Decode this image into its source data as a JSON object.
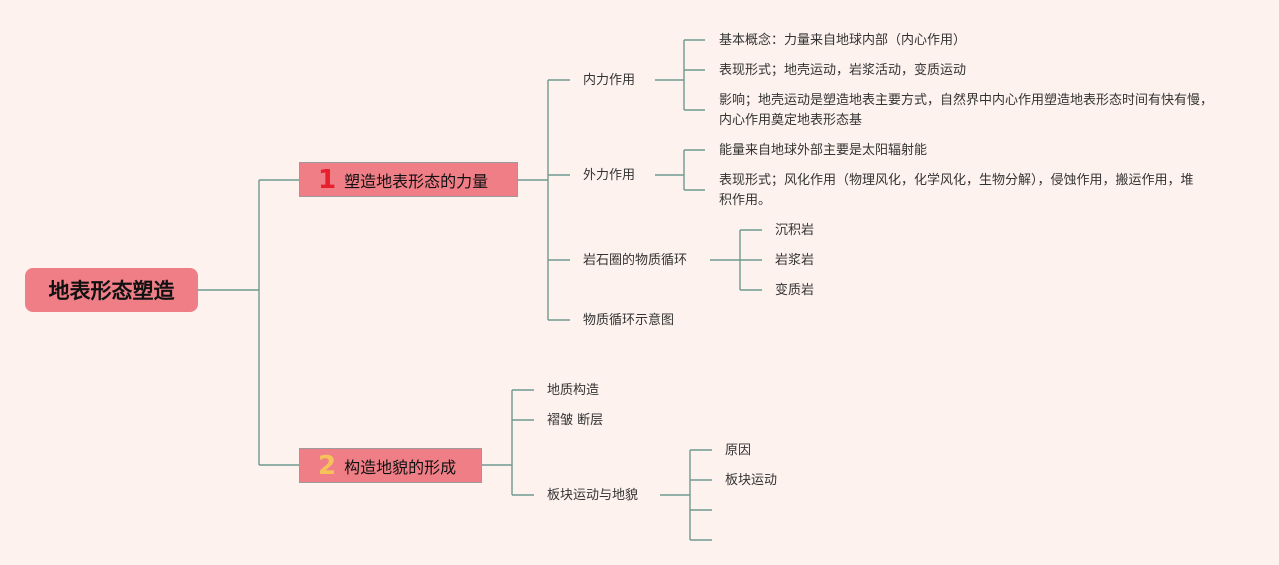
{
  "root": {
    "label": "地表形态塑造"
  },
  "branch1": {
    "number": "1",
    "label": "塑造地表形态的力量",
    "children": {
      "inner": {
        "label": "内力作用",
        "items": [
          "基本概念：力量来自地球内部（内心作用）",
          "表现形式；地壳运动，岩浆活动，变质运动",
          "影响；地壳运动是塑造地表主要方式，自然界中内心作用塑造地表形态时间有快有慢，内心作用奠定地表形态基"
        ]
      },
      "outer": {
        "label": "外力作用",
        "items": [
          "能量来自地球外部主要是太阳辐射能",
          "表现形式；风化作用（物理风化，化学风化，生物分解），侵蚀作用，搬运作用，堆积作用。"
        ]
      },
      "rock": {
        "label": "岩石圈的物质循环",
        "items": [
          "沉积岩",
          "岩浆岩",
          "变质岩"
        ]
      },
      "diagram": {
        "label": "物质循环示意图"
      }
    }
  },
  "branch2": {
    "number": "2",
    "label": "构造地貌的形成",
    "children": {
      "geo": {
        "label": "地质构造"
      },
      "fold": {
        "label": "褶皱 断层"
      },
      "plate": {
        "label": "板块运动与地貌",
        "items": [
          "原因",
          "板块运动",
          "",
          ""
        ]
      }
    }
  },
  "colors": {
    "background": "#fdf2ee",
    "node_fill": "#ef7e87",
    "connector": "#6f9a8f",
    "number1": "#e8202e",
    "number2": "#f6c35a"
  }
}
